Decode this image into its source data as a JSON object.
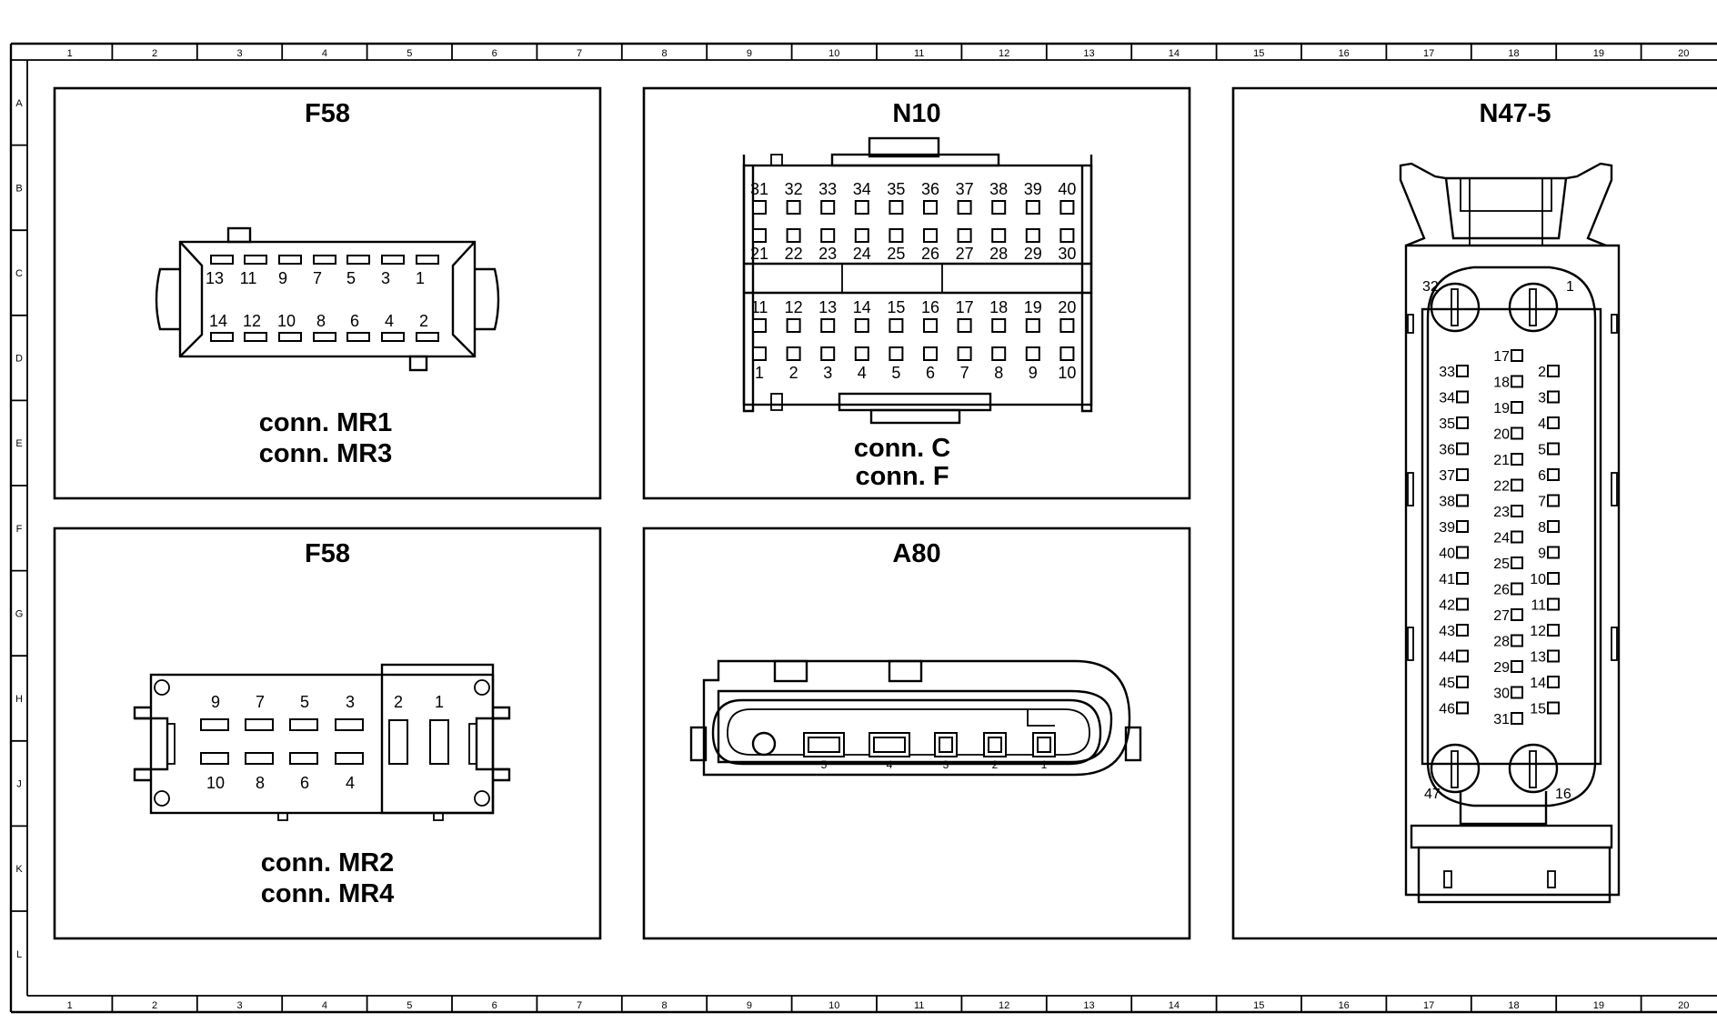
{
  "grid": {
    "columns": [
      "1",
      "2",
      "3",
      "4",
      "5",
      "6",
      "7",
      "8",
      "9",
      "10",
      "11",
      "12",
      "13",
      "14",
      "15",
      "16",
      "17",
      "18",
      "19",
      "20"
    ],
    "rows": [
      "A",
      "B",
      "C",
      "D",
      "E",
      "F",
      "G",
      "H",
      "J",
      "K",
      "L"
    ]
  },
  "panels": {
    "f58_top": {
      "title": "F58",
      "caption1": "conn. MR1",
      "caption2": "conn. MR3",
      "pins_top": [
        "13",
        "11",
        "9",
        "7",
        "5",
        "3",
        "1"
      ],
      "pins_bottom": [
        "14",
        "12",
        "10",
        "8",
        "6",
        "4",
        "2"
      ]
    },
    "n10": {
      "title": "N10",
      "caption1": "conn. C",
      "caption2": "conn. F",
      "row1": [
        "31",
        "32",
        "33",
        "34",
        "35",
        "36",
        "37",
        "38",
        "39",
        "40"
      ],
      "row2": [
        "21",
        "22",
        "23",
        "24",
        "25",
        "26",
        "27",
        "28",
        "29",
        "30"
      ],
      "row3": [
        "11",
        "12",
        "13",
        "14",
        "15",
        "16",
        "17",
        "18",
        "19",
        "20"
      ],
      "row4": [
        "1",
        "2",
        "3",
        "4",
        "5",
        "6",
        "7",
        "8",
        "9",
        "10"
      ]
    },
    "f58_bottom": {
      "title": "F58",
      "caption1": "conn. MR2",
      "caption2": "conn. MR4",
      "pins_top": [
        "9",
        "7",
        "5",
        "3"
      ],
      "pins_bottom": [
        "10",
        "8",
        "6",
        "4"
      ],
      "pins_large": [
        "2",
        "1"
      ]
    },
    "a80": {
      "title": "A80",
      "pins": [
        "5",
        "4",
        "3",
        "2",
        "1"
      ]
    },
    "n47": {
      "title": "N47-5",
      "corner_labels": {
        "top_left": "32",
        "top_right": "1",
        "bottom_left": "47",
        "bottom_right": "16"
      },
      "left_col": [
        "33",
        "34",
        "35",
        "36",
        "37",
        "38",
        "39",
        "40",
        "41",
        "42",
        "43",
        "44",
        "45",
        "46"
      ],
      "mid_col": [
        "17",
        "18",
        "19",
        "20",
        "21",
        "22",
        "23",
        "24",
        "25",
        "26",
        "27",
        "28",
        "29",
        "30",
        "31"
      ],
      "right_col": [
        "2",
        "3",
        "4",
        "5",
        "6",
        "7",
        "8",
        "9",
        "10",
        "11",
        "12",
        "13",
        "14",
        "15"
      ]
    }
  }
}
